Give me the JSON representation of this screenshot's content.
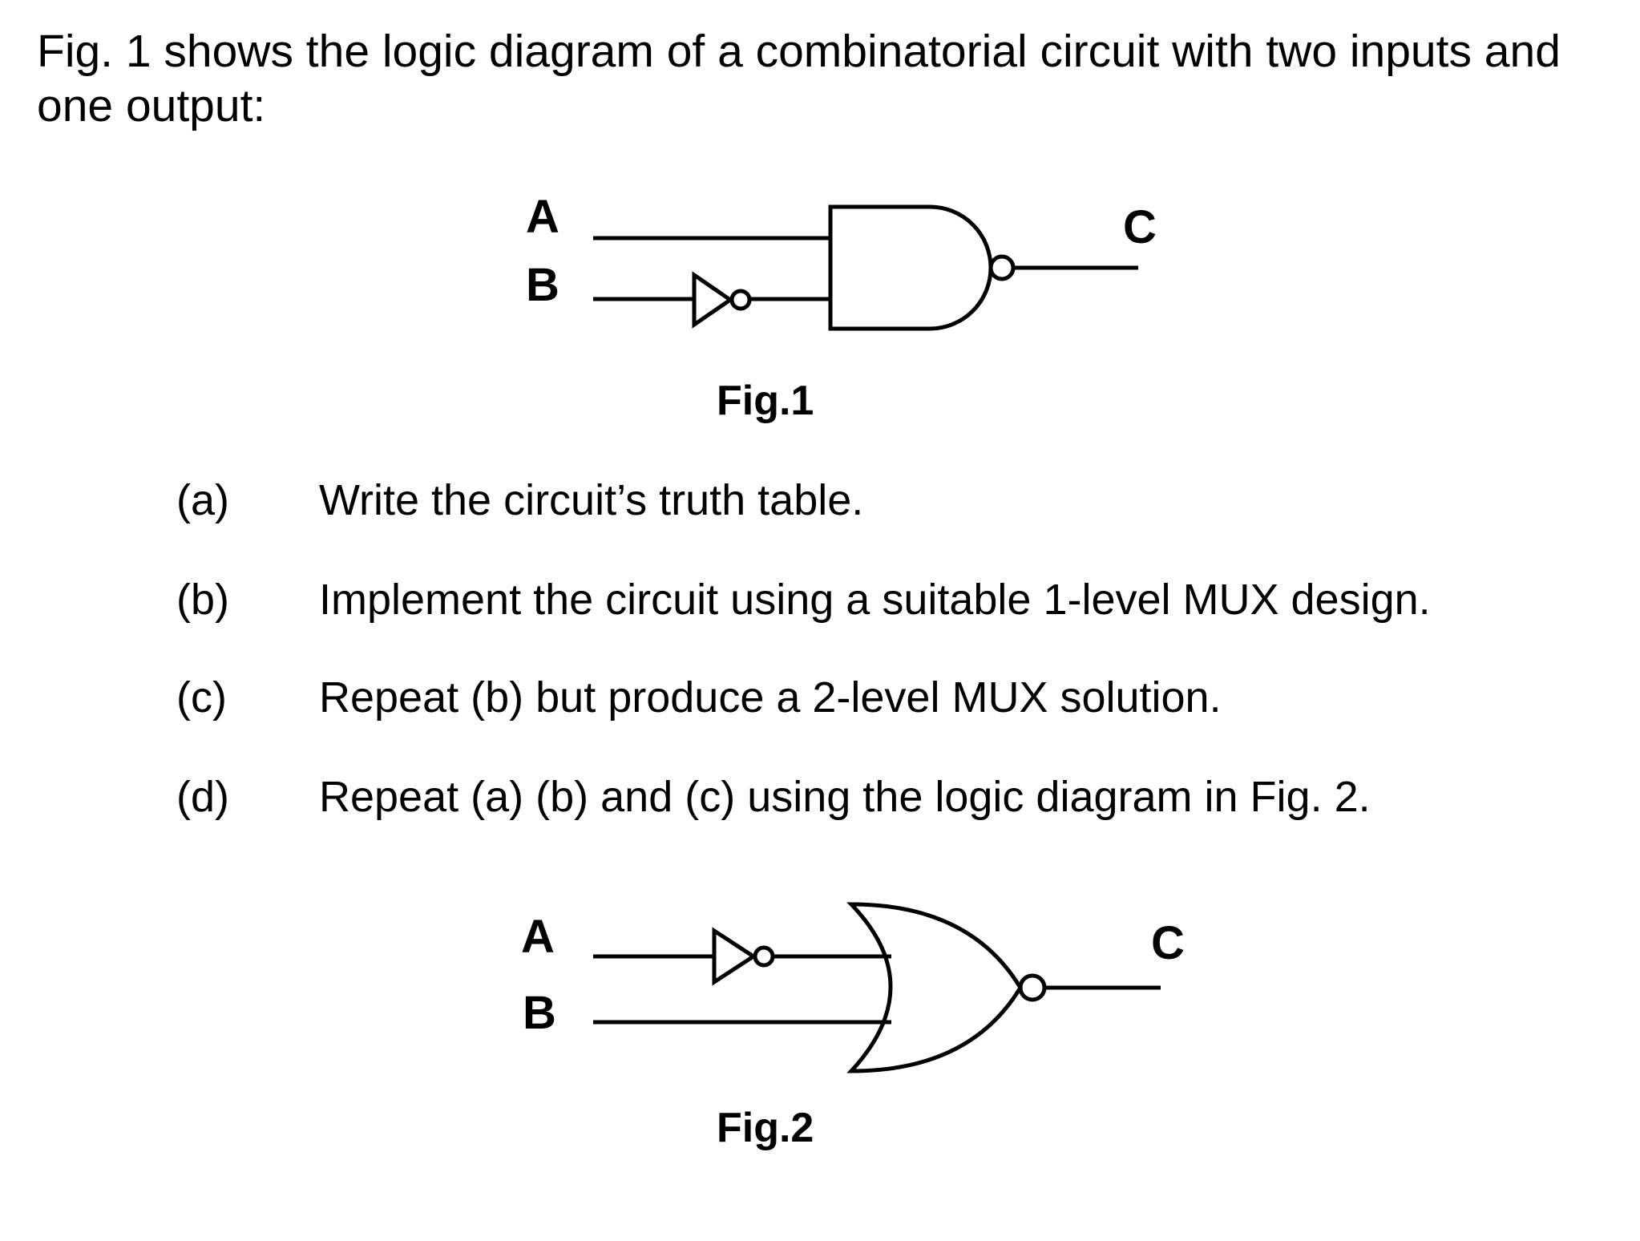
{
  "intro": {
    "line1": "Fig. 1 shows the logic diagram of a combinatorial circuit with two inputs and",
    "line2": "one output:"
  },
  "fig1": {
    "input_a": "A",
    "input_b": "B",
    "output": "C",
    "caption": "Fig.1"
  },
  "questions": [
    {
      "label": "(a)",
      "text": "Write the circuit’s truth table."
    },
    {
      "label": "(b)",
      "text": "Implement the circuit using a suitable 1-level MUX design."
    },
    {
      "label": "(c)",
      "text": "Repeat (b) but produce a 2-level MUX solution."
    },
    {
      "label": "(d)",
      "text": "Repeat (a) (b) and (c) using the logic diagram in Fig. 2."
    }
  ],
  "fig2": {
    "input_a": "A",
    "input_b": "B",
    "output": "C",
    "caption": "Fig.2"
  }
}
